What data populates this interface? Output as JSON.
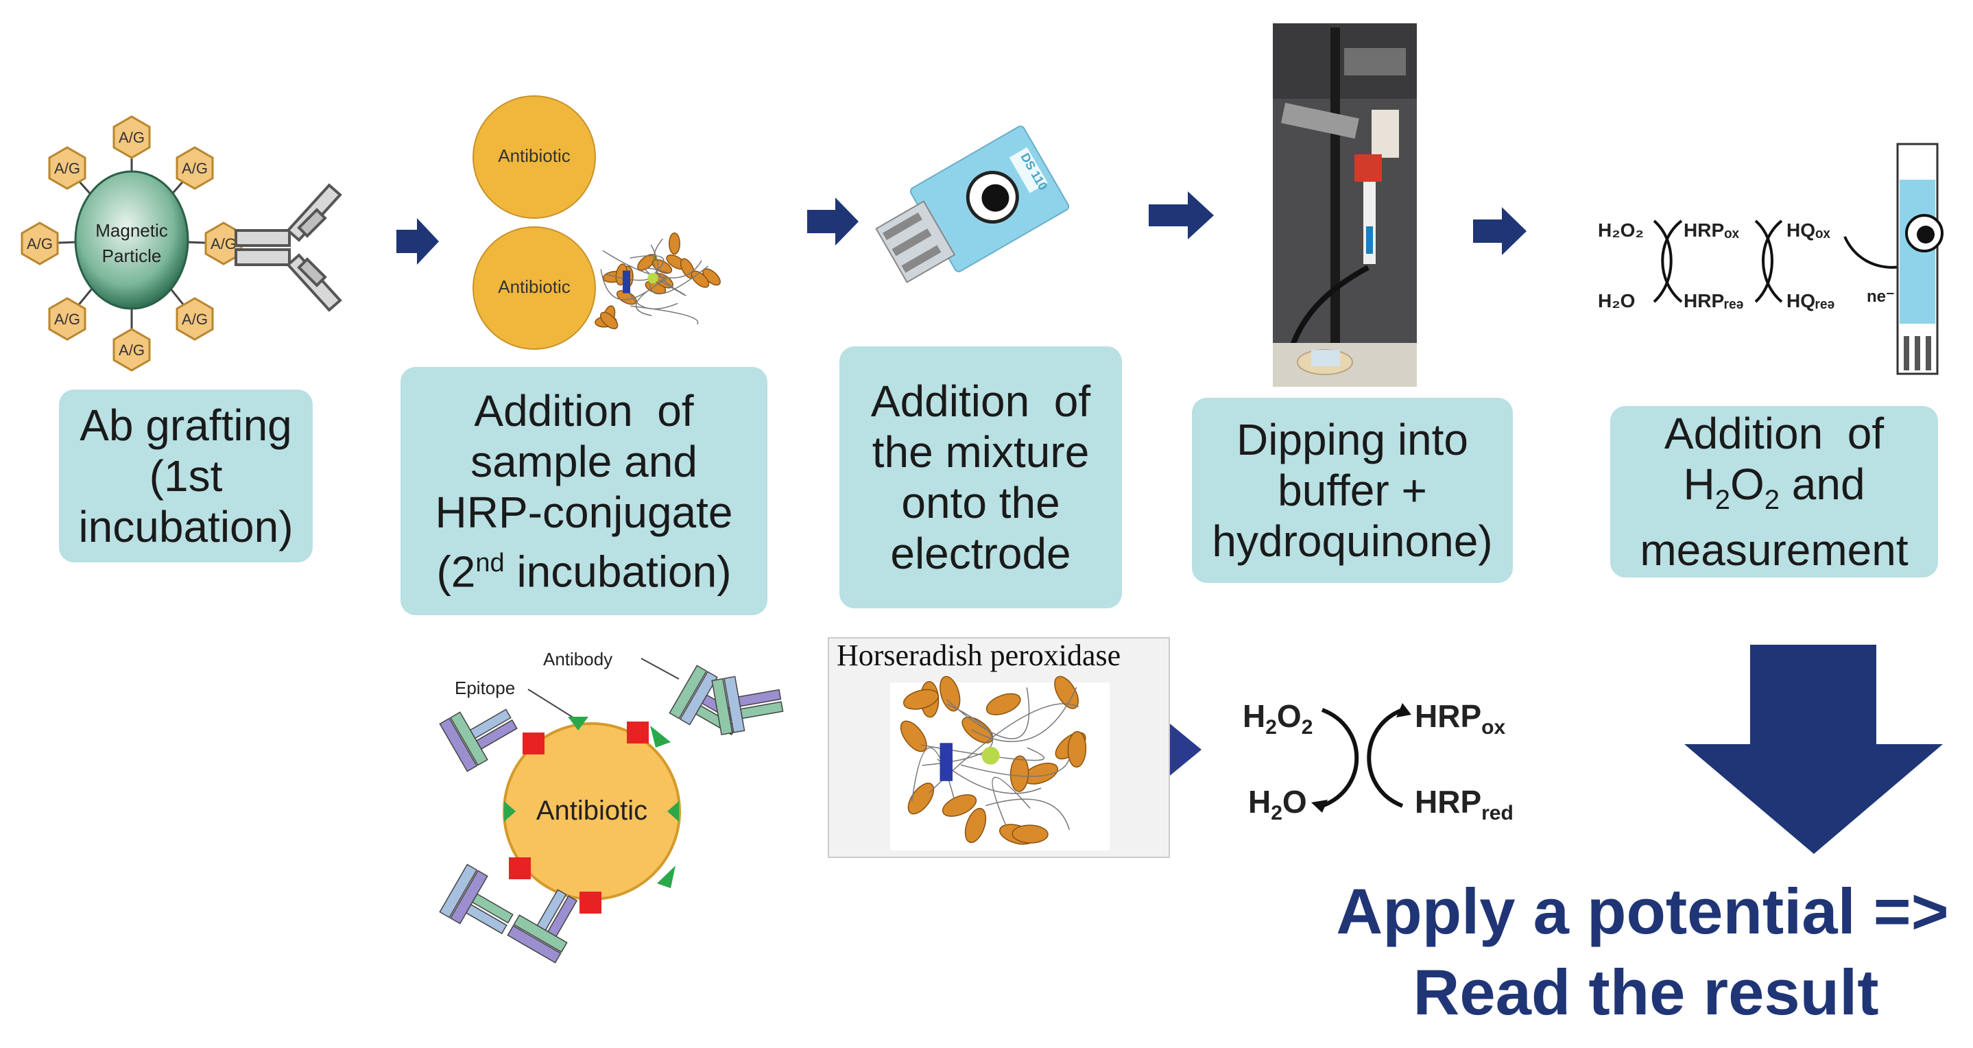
{
  "steps": [
    {
      "lines": [
        "Ab grafting",
        "(1st",
        "incubation)"
      ]
    },
    {
      "lines": [
        "Addition  of",
        "sample and",
        "HRP-conjugate"
      ],
      "last_pre": "(2",
      "last_sup": "nd",
      "last_post": " incubation)"
    },
    {
      "lines": [
        "Addition  of",
        "the mixture",
        "onto the",
        "electrode"
      ]
    },
    {
      "lines": [
        "Dipping into",
        "buffer +",
        "hydroquinone)"
      ]
    },
    {
      "line1": "Addition  of",
      "line2_a": "H",
      "line2_sub1": "2",
      "line2_b": "O",
      "line2_sub2": "2",
      "line2_c": " and",
      "line3": "measurement"
    }
  ],
  "particle": {
    "label_line1": "Magnetic",
    "label_line2": "Particle",
    "ligand": "A/G"
  },
  "antibiotic_label": "Antibiotic",
  "electrode_label": "DS 110",
  "epitope_diagram": {
    "antibody_label": "Antibody",
    "epitope_label": "Epitope",
    "center_label": "Antibiotic"
  },
  "hrp_image_title": "Horseradish peroxidase",
  "reaction_small": {
    "h2o2": "H₂O₂",
    "h2o": "H₂O",
    "hrp_ox": "HRPₒₓ",
    "hrp_red": "HRPᵣₑₔ",
    "hq_ox": "HQₒₓ",
    "hq_red": "HQᵣₑₔ",
    "electrons": "ne⁻"
  },
  "reaction_large": {
    "h2o2_main": "H",
    "h2o2_sub": "2",
    "h2o2_o": "O",
    "h2o2_sub2": "2",
    "h2o_main": "H",
    "h2o_sub": "2",
    "h2o_o": "O",
    "ox_main": "HRP",
    "ox_sub": "ox",
    "red_main": "HRP",
    "red_sub": "red"
  },
  "final_text": {
    "line1": "Apply a potential =>",
    "line2": "Read the result"
  },
  "colors": {
    "box": "#b9e0e3",
    "arrow": "#1f3576",
    "antibiotic": "#f0b73c",
    "ligand": "#f3c77e",
    "particle": "#3d8b6c",
    "electrode": "#8fd3ea"
  }
}
